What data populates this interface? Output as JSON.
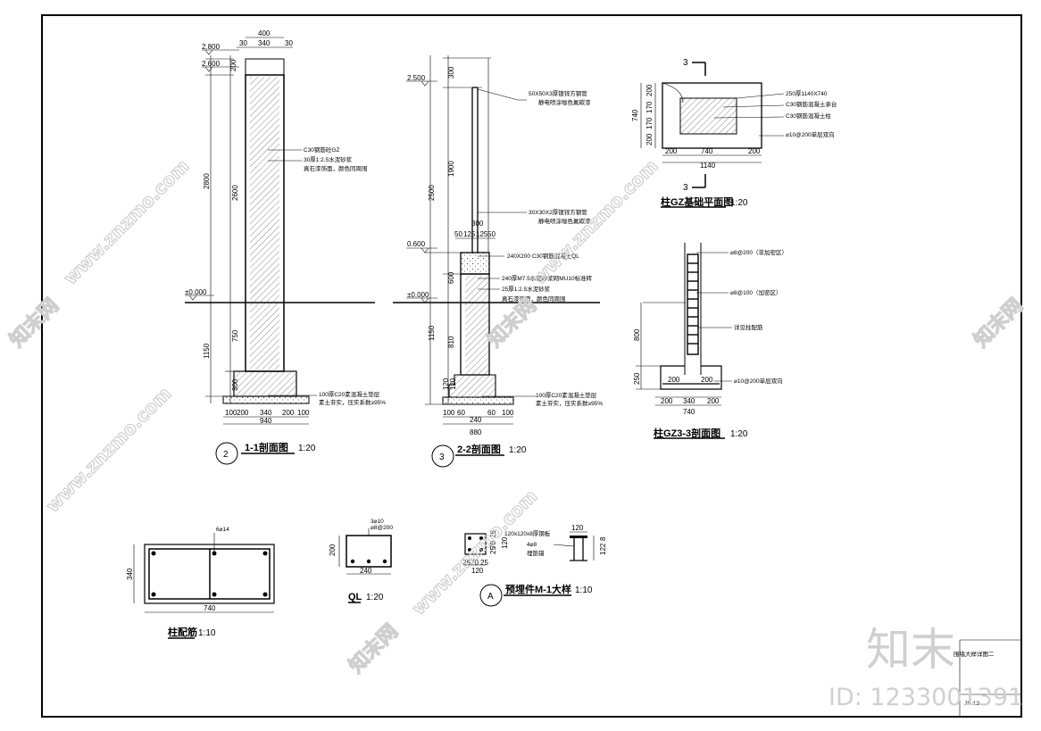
{
  "drawings": {
    "sec11": {
      "number": "2",
      "title": "1-1剖面图",
      "scale": "1:20",
      "elev_top": "2.800",
      "elev_sub": "2.600",
      "elev_zero": "±0.000",
      "dims_top": [
        "400",
        "30",
        "340",
        "30"
      ],
      "dims_left": [
        "200",
        "2800",
        "2600",
        "750",
        "1150",
        "300"
      ],
      "dims_bottom": [
        "100",
        "200",
        "340",
        "200",
        "100",
        "940"
      ],
      "notes": [
        "C30钢筋砼GZ",
        "30厚1:2.5水泥砂浆",
        "真石漆饰面，颜色同周围",
        "100厚C20素混凝土垫层",
        "素土夯实，压实系数≥95%"
      ]
    },
    "sec22": {
      "number": "3",
      "title": "2-2剖面图",
      "scale": "1:20",
      "elev_top": "2.500",
      "elev_mid": "0.600",
      "elev_zero": "±0.000",
      "dims_left": [
        "300",
        "1900",
        "2500",
        "600",
        "1150",
        "810",
        "120",
        "120"
      ],
      "dims_top": [
        "300",
        "50",
        "125",
        "125",
        "50"
      ],
      "dims_bottom": [
        "100",
        "60",
        "240",
        "60",
        "100",
        "880"
      ],
      "notes": [
        "50X50X3厚镀锌方钢管",
        "静电喷涂咖色氟碳漆",
        "30X30X2厚镀锌方钢管",
        "静电喷涂咖色氟碳漆",
        "240X200 C30钢筋混凝土QL",
        "240厚M7.5水泥砂浆砌MU10标准砖",
        "25厚1:2.5水泥砂浆",
        "真石漆饰面，颜色同周围",
        "100厚C20素混凝土垫层",
        "素土夯实，压实系数≥95%"
      ]
    },
    "plan": {
      "title": "柱GZ基础平面图",
      "scale": "1:20",
      "section_mark": "3",
      "dims_left": [
        "200",
        "170",
        "170",
        "200",
        "740"
      ],
      "dims_bottom": [
        "200",
        "740",
        "200",
        "1140"
      ],
      "notes": [
        "250厚1140X740",
        "C30钢筋混凝土承台",
        "C30钢筋混凝土柱",
        "⌀10@200单层双向"
      ]
    },
    "sec33": {
      "title": "柱GZ3-3剖面图",
      "scale": "1:20",
      "dims_left": [
        "800",
        "250"
      ],
      "dims_bottom": [
        "200",
        "200",
        "200",
        "340",
        "200",
        "740"
      ],
      "notes": [
        "⌀8@200（非加密区）",
        "⌀8@100（加密区）",
        "详见柱配筋",
        "⌀10@200单层双向"
      ]
    },
    "col_rebar": {
      "title": "柱配筋",
      "scale": "1:10",
      "label": "6⌀14",
      "dim_h": "340",
      "dim_w": "740"
    },
    "ql": {
      "title": "QL",
      "scale": "1:20",
      "labels": [
        "3⌀10",
        "⌀8@200"
      ],
      "dim_h": "200",
      "dim_w": "240"
    },
    "m1": {
      "title": "预埋件M-1大样",
      "scale": "1:10",
      "number": "A",
      "dims": [
        "25",
        "70",
        "25",
        "120",
        "120",
        "25",
        "70",
        "25",
        "120",
        "8",
        "122"
      ],
      "notes": [
        "120x120x8厚钢板",
        "4⌀8",
        "埋筋锚"
      ]
    }
  },
  "title_block": {
    "sheet_name": "围墙大样详图二",
    "sheet_no": "JS-12"
  },
  "watermarks": {
    "site": "www.znzmo.com",
    "brand": "知末网",
    "logo": "知末",
    "id_text": "ID: 1233001391"
  }
}
